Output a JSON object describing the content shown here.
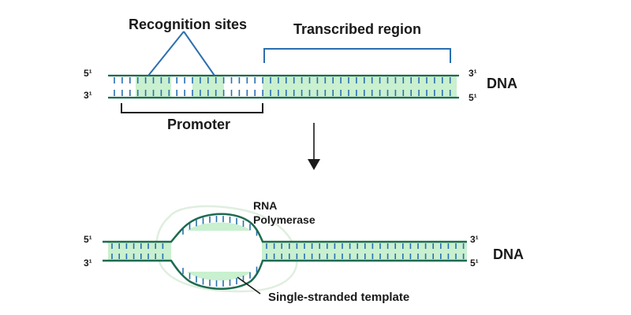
{
  "labels": {
    "recognition_sites": "Recognition sites",
    "transcribed_region": "Transcribed region",
    "promoter": "Promoter",
    "dna_top": "DNA",
    "dna_bottom": "DNA",
    "rna_line1": "RNA",
    "rna_line2": "Polymerase",
    "template": "Single-stranded template"
  },
  "ends": {
    "top_left_upper": "5¹",
    "top_left_lower": "3¹",
    "top_right_upper": "3¹",
    "top_right_lower": "5¹",
    "bottom_left_upper": "5¹",
    "bottom_left_lower": "3¹",
    "bottom_right_upper": "3¹",
    "bottom_right_lower": "5¹"
  },
  "colors": {
    "strand": "#1d6b4f",
    "base": "#2a6fb0",
    "highlight": "#c9f0cf",
    "bracket": "#2a6fb0",
    "polymerase": "#dfeee0"
  }
}
